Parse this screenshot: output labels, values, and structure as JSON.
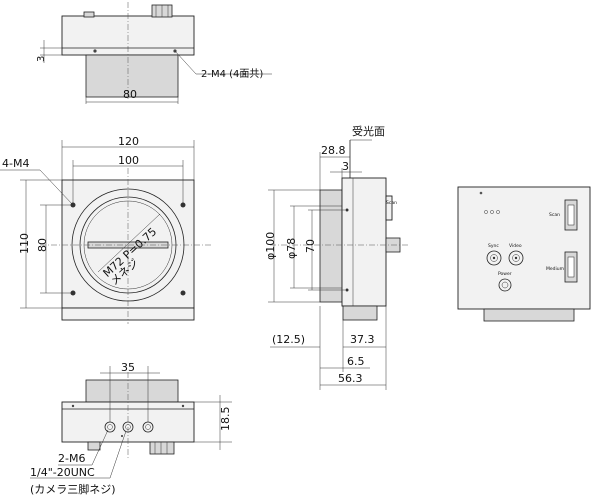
{
  "labels": {
    "top_screw": "2-M4 (4面共)",
    "top_width": "80",
    "top_gap": "3",
    "front_width_outer": "120",
    "front_width_inner": "100",
    "front_screw": "4-M4",
    "front_height_outer": "110",
    "front_height_inner": "80",
    "mount": "M72 P=0.75",
    "mount_sub": "メネジ",
    "side_sensor": "受光面",
    "side_top1": "28.8",
    "side_top2": "3",
    "side_d100": "φ100",
    "side_d78": "φ78",
    "side_70": "70",
    "side_b1": "(12.5)",
    "side_b2": "37.3",
    "side_b3": "6.5",
    "side_b4": "56.3",
    "bottom_35": "35",
    "bottom_185": "18.5",
    "bottom_m6": "2-M6",
    "bottom_unc": "1/4\"-20UNC",
    "bottom_tripod": "(カメラ三脚ネジ)",
    "rear_scan": "Scan",
    "rear_medium": "Medium",
    "rear_sync": "Sync",
    "rear_video": "Video",
    "rear_power": "Power"
  }
}
